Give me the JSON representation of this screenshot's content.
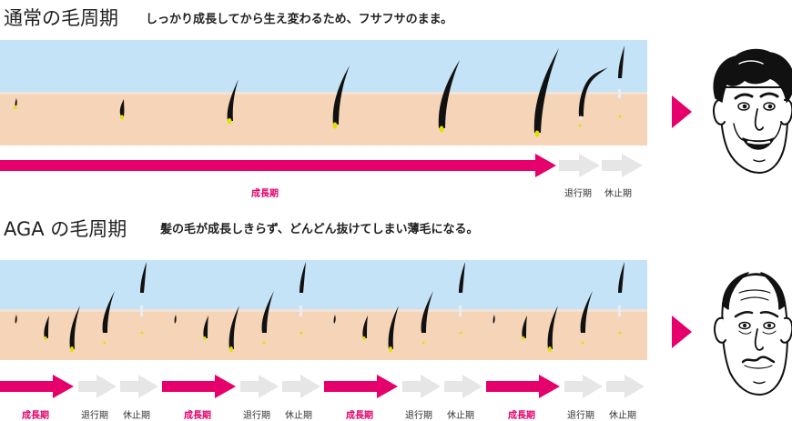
{
  "section_normal": {
    "title": "通常の毛周期",
    "subtitle": "しっかり成長してから生え変わるため、フサフサのまま。",
    "label_growth": "成長期",
    "label_regression": "退行期",
    "label_rest": "休止期"
  },
  "section_aga": {
    "title": "AGA の毛周期",
    "subtitle": "髪の毛が成長しきらず、どんどん抜けてしまい薄毛になる。",
    "cycles": [
      {
        "growth": "成長期",
        "regression": "退行期",
        "rest": "休止期"
      },
      {
        "growth": "成長期",
        "regression": "退行期",
        "rest": "休止期"
      },
      {
        "growth": "成長期",
        "regression": "退行期",
        "rest": "休止期"
      },
      {
        "growth": "成長期",
        "regression": "退行期",
        "rest": "休止期"
      }
    ]
  },
  "colors": {
    "sky": "#c4e3f7",
    "skin": "#f6d4b8",
    "pink": "#e6006b",
    "gray_arrow": "#e6e6e6",
    "root": "#e3e000",
    "hair": "#111111"
  },
  "icons": {
    "face_top": "smiling-man-full-hair-icon",
    "face_bottom": "worried-man-thin-hair-icon",
    "arrow": "pink-triangle-arrow-icon"
  }
}
